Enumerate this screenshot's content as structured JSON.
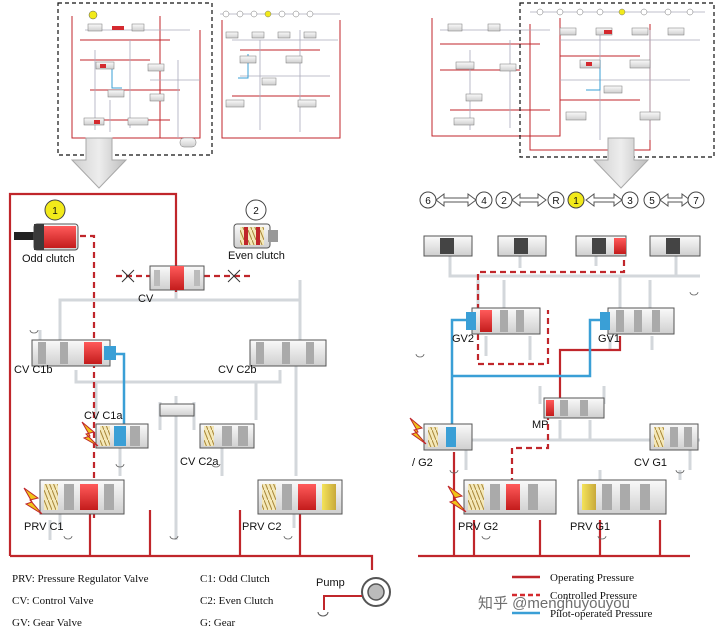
{
  "colors": {
    "operating": "#c0262b",
    "controlled": "#d42a2f",
    "pilot": "#3a9fd6",
    "body": "#e6e6e6",
    "pipe": "#cfd4d8",
    "accent": "#f2ea1a"
  },
  "left": {
    "numbers": {
      "odd": "1",
      "even": "2"
    },
    "labels": {
      "odd_clutch": "Odd clutch",
      "even_clutch": "Even clutch",
      "cv": "CV",
      "cv_c1b": "CV C1b",
      "cv_c2b": "CV C2b",
      "cv_c1a": "CV C1a",
      "cv_c2a": "CV C2a",
      "prv_c1": "PRV C1",
      "prv_c2": "PRV C2"
    }
  },
  "right": {
    "gears": [
      "6",
      "4",
      "2",
      "R",
      "1",
      "3",
      "5",
      "7"
    ],
    "labels": {
      "gv2": "GV2",
      "gv1": "GV1",
      "mp": "MP",
      "g2": "/ G2",
      "cv_g1": "CV G1",
      "prv_g2": "PRV G2",
      "prv_g1": "PRV G1"
    }
  },
  "legend": {
    "prv": "PRV: Pressure Regulator Valve",
    "cv": "CV:   Control Valve",
    "gv": "GV:   Gear Valve",
    "c1": "C1: Odd Clutch",
    "c2": "C2: Even Clutch",
    "g": "G: Gear",
    "pump": "Pump",
    "operating": "Operating Pressure",
    "controlled": "Controlled Pressure",
    "pilot": "Pilot-operated Pressure"
  },
  "watermark": "知乎 @menghuyouyou"
}
